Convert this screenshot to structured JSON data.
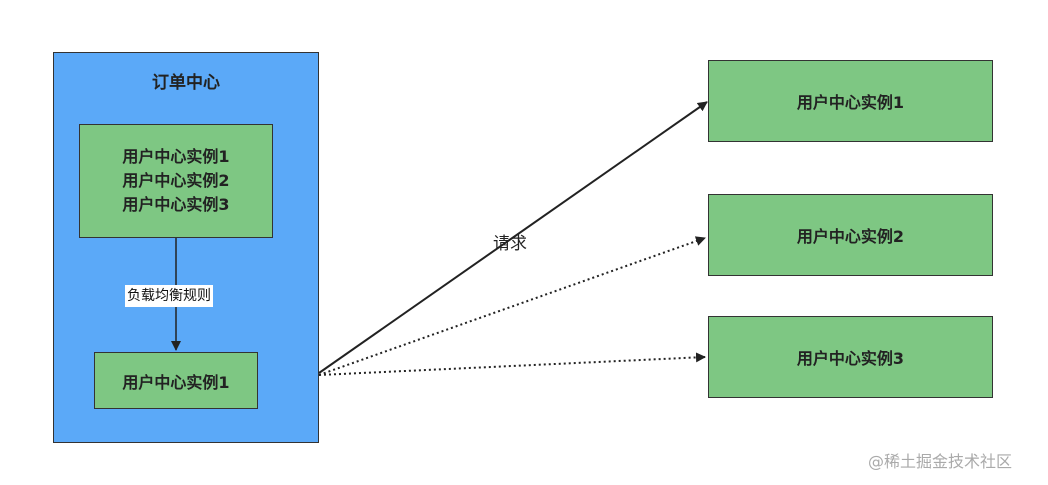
{
  "order_center": {
    "title": "订单中心",
    "instance_list": [
      "用户中心实例1",
      "用户中心实例2",
      "用户中心实例3"
    ],
    "rule_label": "负载均衡规则",
    "selected_instance": "用户中心实例1"
  },
  "request_label": "请求",
  "targets": [
    "用户中心实例1",
    "用户中心实例2",
    "用户中心实例3"
  ],
  "watermark": "@稀土掘金技术社区",
  "colors": {
    "container": "#5ba9f8",
    "node": "#7ec783",
    "border": "#333333"
  }
}
